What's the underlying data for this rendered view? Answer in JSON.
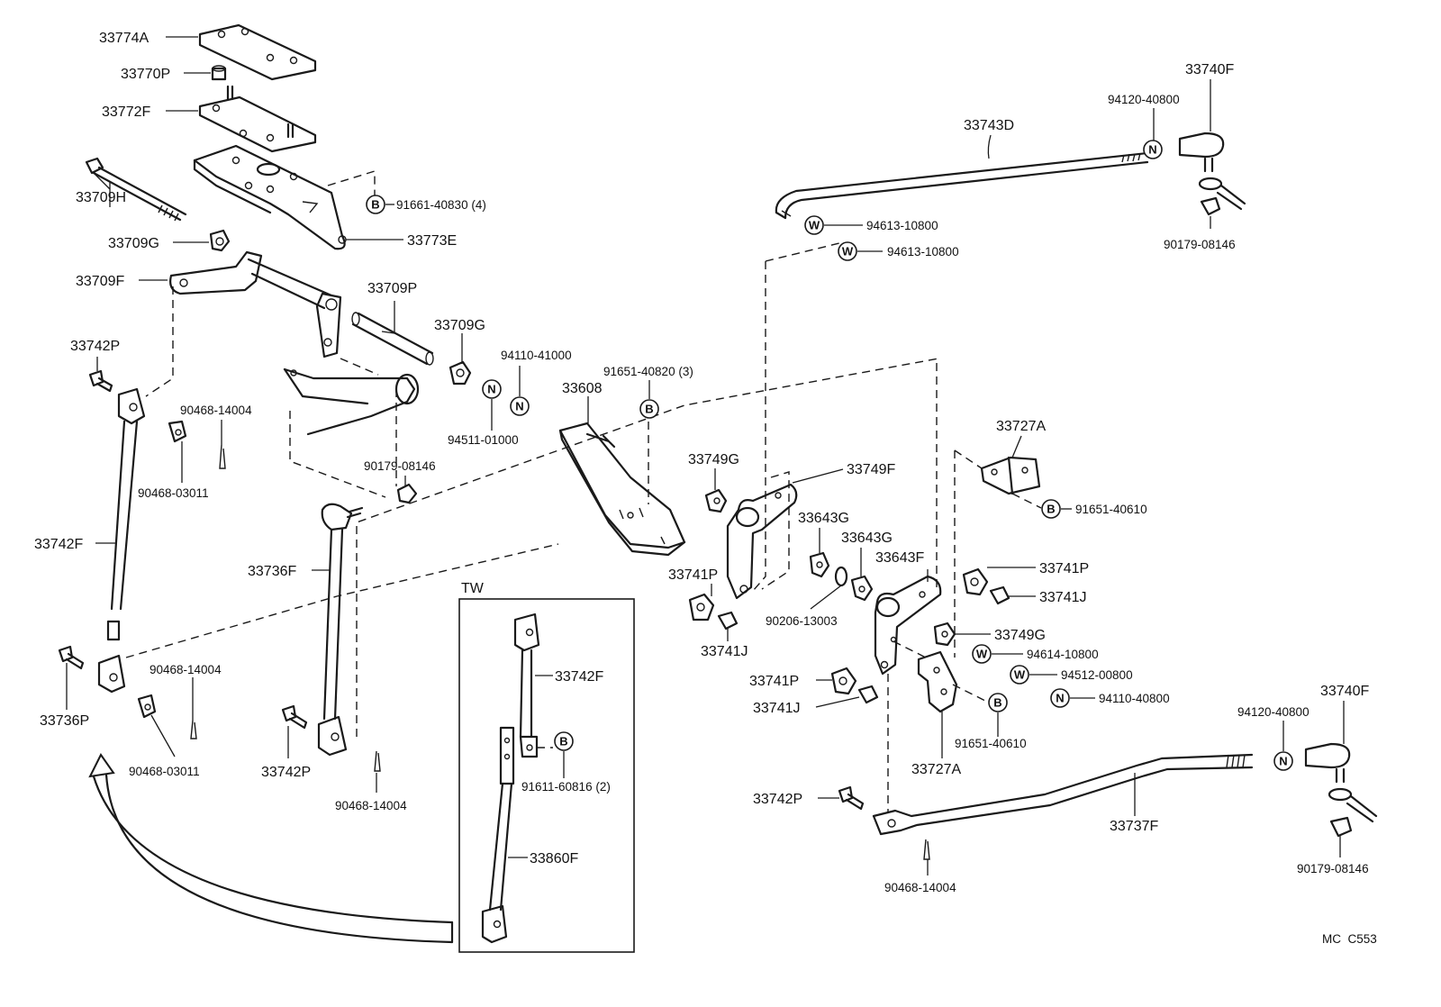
{
  "labels": {
    "p33774A": "33774A",
    "p33770P": "33770P",
    "p33772F": "33772F",
    "p91661": "91661-40830 (4)",
    "p33773E": "33773E",
    "p33709H": "33709H",
    "p33709G_a": "33709G",
    "p33709F": "33709F",
    "p33709P": "33709P",
    "p33709G_b": "33709G",
    "p94110_41000": "94110-41000",
    "p94511": "94511-01000",
    "p33742P_a": "33742P",
    "p90468_14004_a": "90468-14004",
    "p90468_03011_a": "90468-03011",
    "p33742F_a": "33742F",
    "p90179_mid": "90179-08146",
    "p33736F": "33736F",
    "p33736P": "33736P",
    "p90468_14004_b": "90468-14004",
    "p90468_03011_b": "90468-03011",
    "p33742P_b": "33742P",
    "p90468_14004_c": "90468-14004",
    "p91651_40820": "91651-40820 (3)",
    "p33608": "33608",
    "tw": "TW",
    "p33742F_tw": "33742F",
    "p91611": "91611-60816 (2)",
    "p33860F": "33860F",
    "p33743D": "33743D",
    "p94120_top": "94120-40800",
    "p33740F_top": "33740F",
    "p94613_a": "94613-10800",
    "p94613_b": "94613-10800",
    "p90179_top": "90179-08146",
    "p33749G_a": "33749G",
    "p33749F": "33749F",
    "p33727A_a": "33727A",
    "p91651_40610_a": "91651-40610",
    "p33643G_a": "33643G",
    "p33643G_b": "33643G",
    "p33643F": "33643F",
    "p33741P_a": "33741P",
    "p33741P_b": "33741P",
    "p33741J_a": "33741J",
    "p33741J_b": "33741J",
    "p90206": "90206-13003",
    "p33749G_b": "33749G",
    "p94614": "94614-10800",
    "p94512": "94512-00800",
    "p94110_40800": "94110-40800",
    "p33741P_c": "33741P",
    "p33741J_c": "33741J",
    "p91651_40610_b": "91651-40610",
    "p33727A_b": "33727A",
    "p94120_bot": "94120-40800",
    "p33740F_bot": "33740F",
    "p33742P_c": "33742P",
    "p33737F": "33737F",
    "p90468_14004_d": "90468-14004",
    "p90179_bot": "90179-08146",
    "code": "MC  C553"
  },
  "symbols": {
    "bolt": "B",
    "nut": "N",
    "washer": "W"
  }
}
